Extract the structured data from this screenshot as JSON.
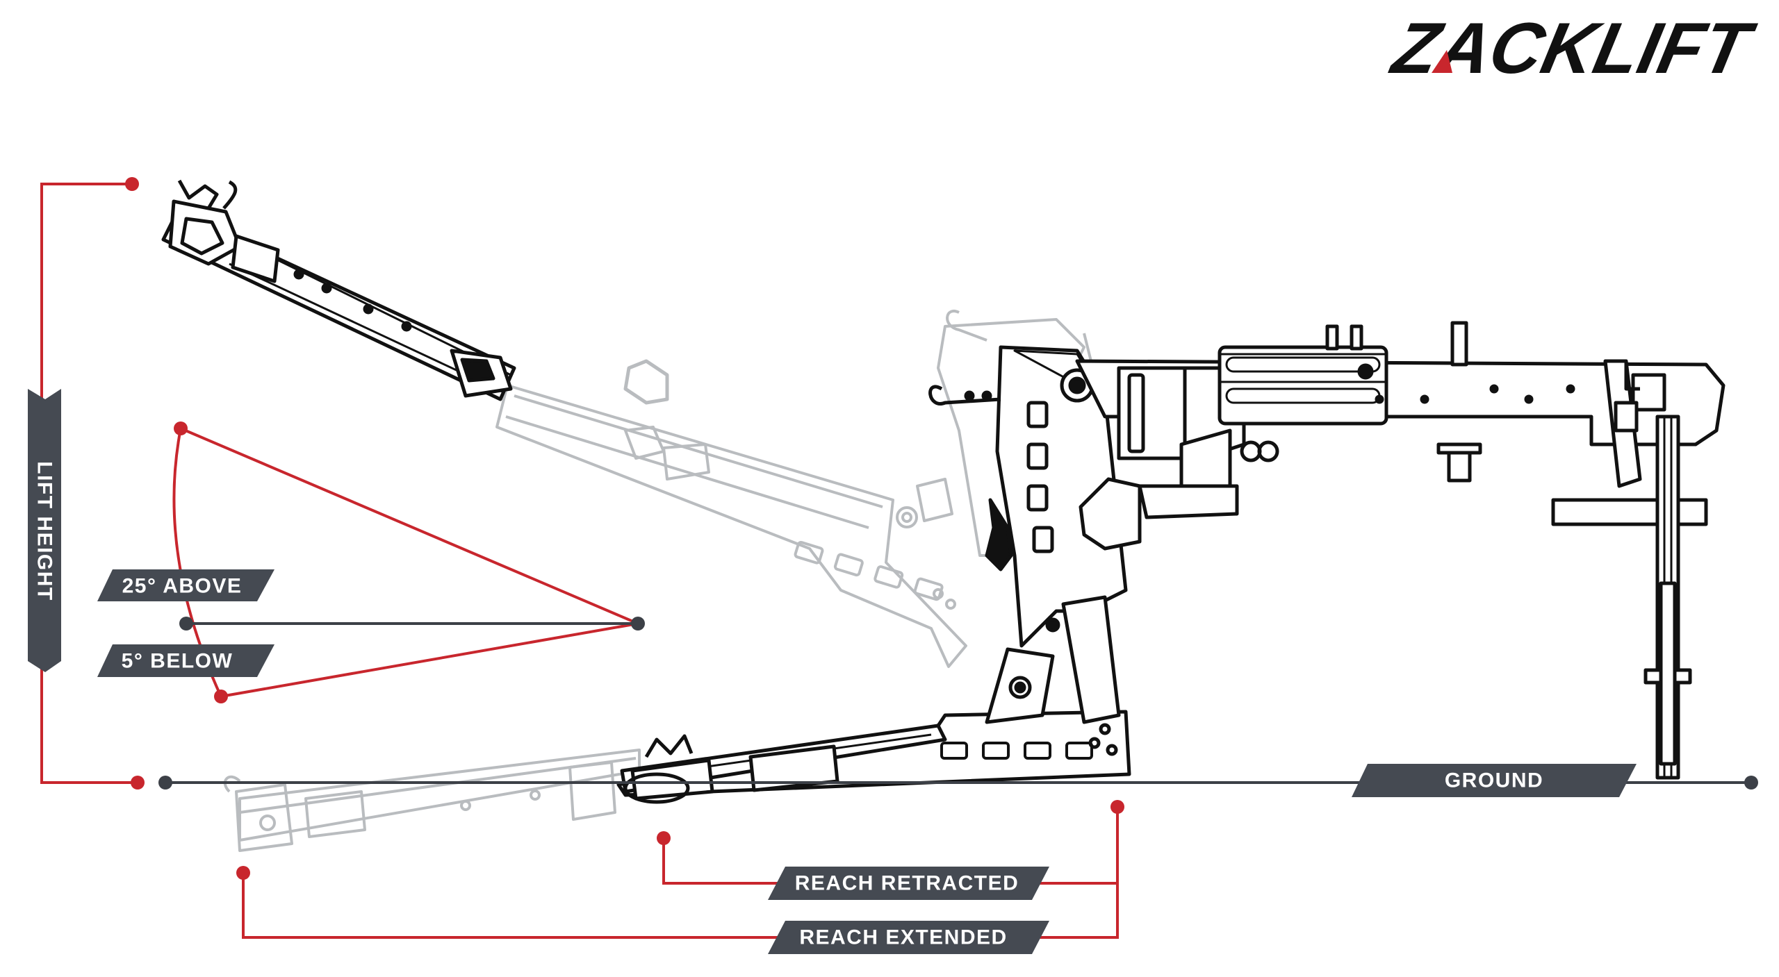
{
  "brand": {
    "logo_text": "ZACKLIFT"
  },
  "colors": {
    "accent_red": "#c8262d",
    "label_bg": "#454a52",
    "label_text": "#ffffff",
    "drawing_line": "#111111",
    "ghost_line": "#b9bcbf",
    "ground_line": "#3c4047"
  },
  "labels": {
    "lift_height": "LIFT HEIGHT",
    "angle_above": "25° ABOVE",
    "angle_below": "5° BELOW",
    "ground": "GROUND",
    "reach_retracted": "REACH RETRACTED",
    "reach_extended": "REACH EXTENDED"
  }
}
